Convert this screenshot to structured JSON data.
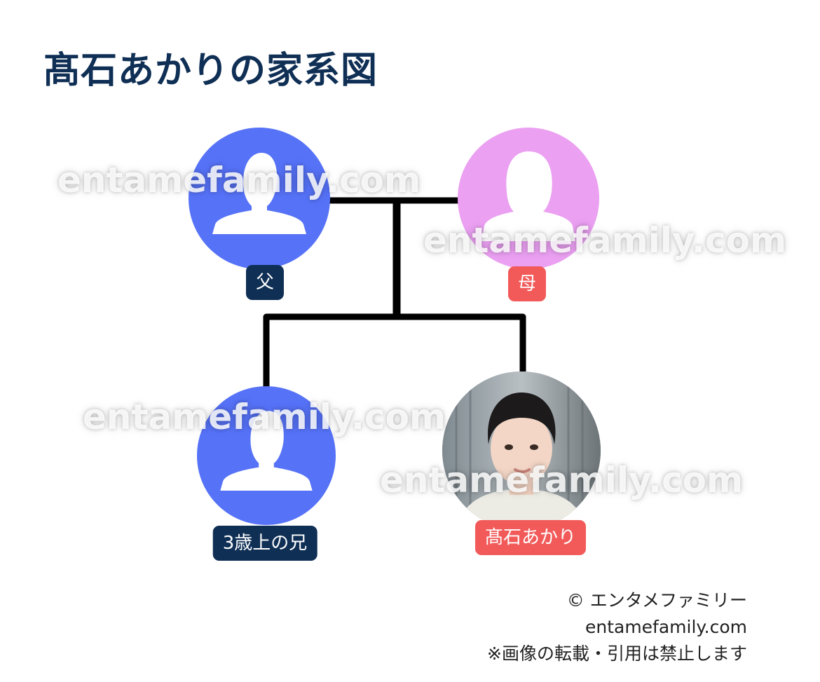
{
  "title": "髙石あかりの家系図",
  "members": {
    "father": {
      "label": "父"
    },
    "mother": {
      "label": "母"
    },
    "brother": {
      "label": "3歳上の兄"
    },
    "self": {
      "label": "髙石あかり"
    }
  },
  "watermark": "entamefamily.com",
  "credits": {
    "copyright": "© エンタメファミリー",
    "site": "entamefamily.com",
    "notice": "※画像の転載・引用は禁止します"
  },
  "colors": {
    "title": "#0f2f55",
    "male_avatar": "#5672f7",
    "female_avatar": "#eba0f2",
    "navy_label": "#0f2f55",
    "coral_label": "#f25a5a",
    "connector": "#000000"
  },
  "icons": {
    "father": "male-silhouette-icon",
    "mother": "female-silhouette-icon",
    "brother": "male-silhouette-icon",
    "self": "portrait-photo"
  }
}
